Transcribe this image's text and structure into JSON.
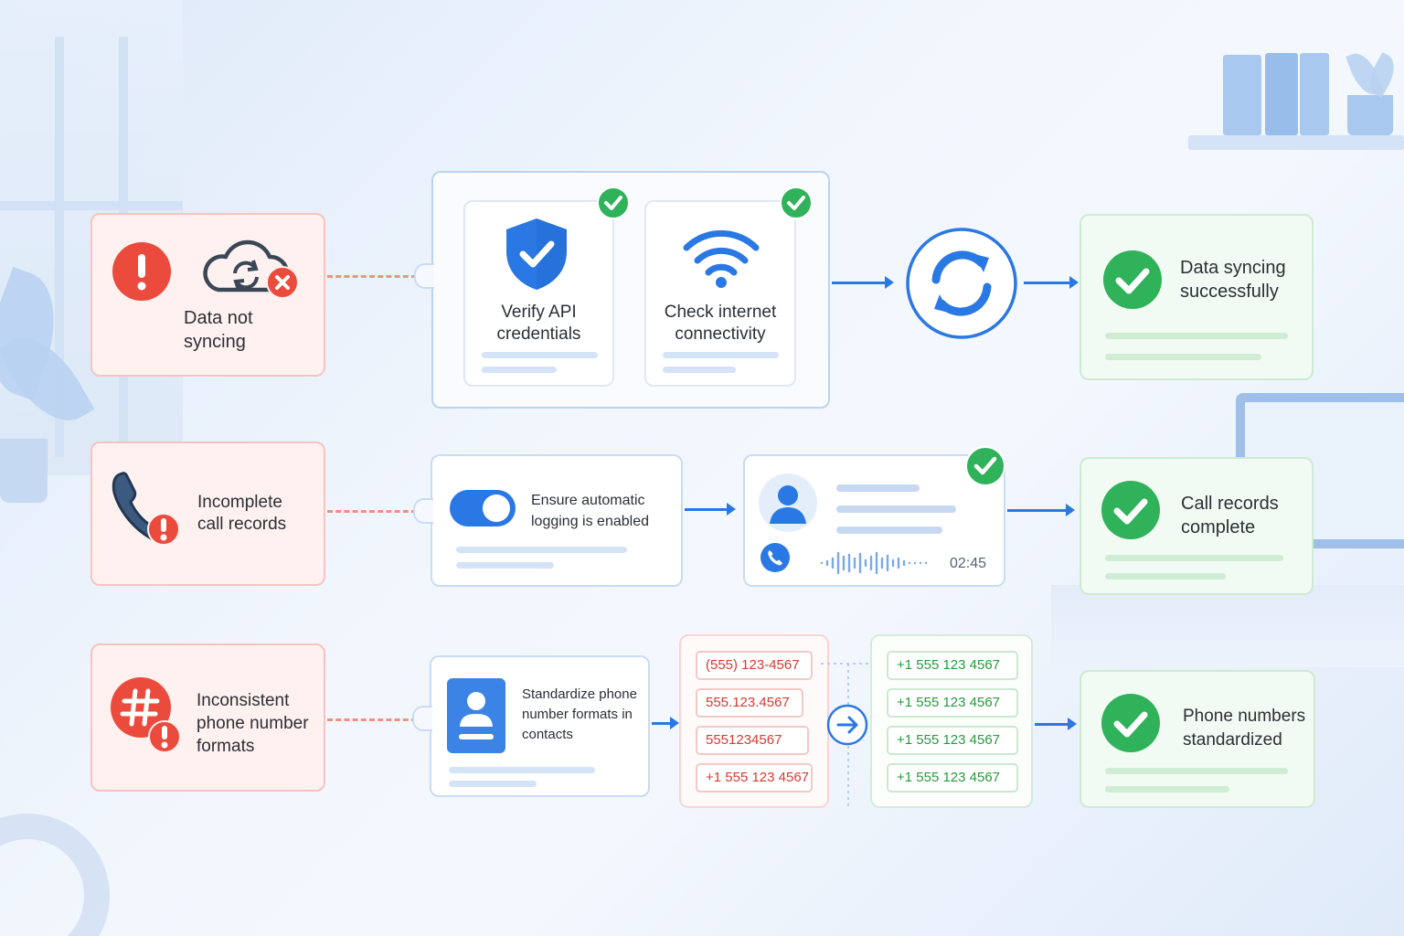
{
  "rows": [
    {
      "problem": {
        "label_line1": "Data not",
        "label_line2": "syncing"
      },
      "steps": [
        {
          "line1": "Verify API",
          "line2": "credentials"
        },
        {
          "line1": "Check internet",
          "line2": "connectivity"
        }
      ],
      "result": {
        "line1": "Data syncing",
        "line2": "successfully"
      }
    },
    {
      "problem": {
        "label_line1": "Incomplete",
        "label_line2": "call records"
      },
      "step": {
        "line1": "Ensure automatic",
        "line2": "logging is enabled"
      },
      "call_duration": "02:45",
      "result": {
        "line1": "Call records",
        "line2": "complete"
      }
    },
    {
      "problem": {
        "label_line1": "Inconsistent",
        "label_line2": "phone number",
        "label_line3": "formats"
      },
      "step": {
        "line1": "Standardize phone",
        "line2": "number formats in",
        "line3": "contacts"
      },
      "raw_numbers": [
        "(555) 123-4567",
        "555.123.4567",
        "5551234567",
        "+1 555 123 4567"
      ],
      "standard_numbers": [
        "+1 555 123 4567",
        "+1 555 123 4567",
        "+1 555 123 4567",
        "+1 555 123 4567"
      ],
      "result": {
        "line1": "Phone numbers",
        "line2": "standardized"
      }
    }
  ],
  "colors": {
    "accent_blue": "#2a78e4",
    "error_red": "#ea4b3c",
    "success_green": "#2fb25a"
  },
  "icons": {
    "problem_1": "cloud-sync-error-icon",
    "problem_2": "phone-alert-icon",
    "problem_3": "hash-alert-icon",
    "step_shield": "shield-check-icon",
    "step_wifi": "wifi-icon",
    "sync": "sync-arrows-icon",
    "toggle": "toggle-switch-icon",
    "contact": "contact-card-icon",
    "success": "check-circle-icon"
  }
}
